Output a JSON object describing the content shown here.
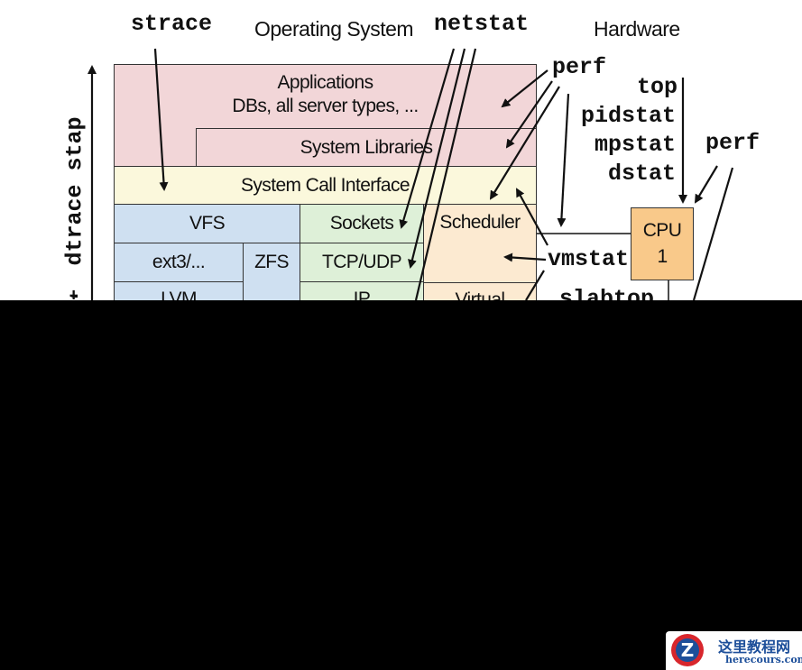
{
  "headers": {
    "os": "Operating System",
    "hardware": "Hardware"
  },
  "tools": {
    "strace": "strace",
    "netstat": "netstat",
    "perf_top": "perf",
    "top": "top",
    "pidstat": "pidstat",
    "mpstat": "mpstat",
    "dstat": "dstat",
    "perf_right": "perf",
    "vmstat": "vmstat",
    "vertical": "dtrace stap",
    "partial_left": "t",
    "partial_bottom": "slabtop"
  },
  "layers": {
    "applications_line1": "Applications",
    "applications_line2": "DBs, all server types, ...",
    "system_libraries": "System Libraries",
    "system_call_interface": "System Call Interface",
    "vfs": "VFS",
    "sockets": "Sockets",
    "scheduler": "Scheduler",
    "ext3": "ext3/...",
    "zfs": "ZFS",
    "tcp_udp": "TCP/UDP",
    "lvm": "LVM",
    "ip": "IP",
    "virtual": "Virtual"
  },
  "hardware": {
    "cpu_label": "CPU",
    "cpu_number": "1"
  },
  "watermark": {
    "icon": "z-logo-icon",
    "cn_text": "这里教程网",
    "url_text": "herecours.com"
  },
  "colors": {
    "applications": "#f2d6d8",
    "syscall": "#fbf8dc",
    "vfs": "#cfe0f1",
    "network": "#def0d8",
    "scheduler": "#fcead1",
    "cpu": "#f9c98a"
  }
}
